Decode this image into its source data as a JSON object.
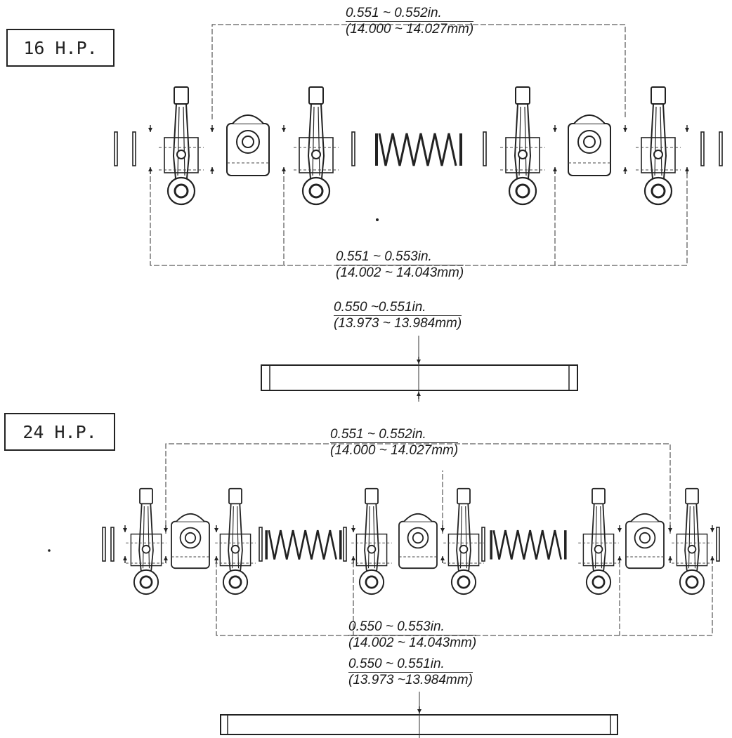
{
  "labels": {
    "hp16": "16 H.P.",
    "hp24": "24 H.P."
  },
  "dimensions": {
    "hp16_bushing": {
      "inch": "0.551 ~ 0.552in.",
      "mm": "(14.000 ~ 14.027mm)"
    },
    "hp16_bracket": {
      "inch": "0.551 ~ 0.553in.",
      "mm": "(14.002 ~ 14.043mm)"
    },
    "hp16_shaft": {
      "inch": "0.550 ~0.551in.",
      "mm": "(13.973 ~ 13.984mm)"
    },
    "hp24_bushing": {
      "inch": "0.551 ~ 0.552in.",
      "mm": "(14.000 ~ 14.027mm)"
    },
    "hp24_bracket": {
      "inch": "0.550 ~ 0.553in.",
      "mm": "(14.002 ~ 14.043mm)"
    },
    "hp24_shaft": {
      "inch": "0.550 ~ 0.551in.",
      "mm": "(13.973 ~13.984mm)"
    }
  },
  "colors": {
    "ink": "#222222",
    "paper": "#ffffff"
  }
}
